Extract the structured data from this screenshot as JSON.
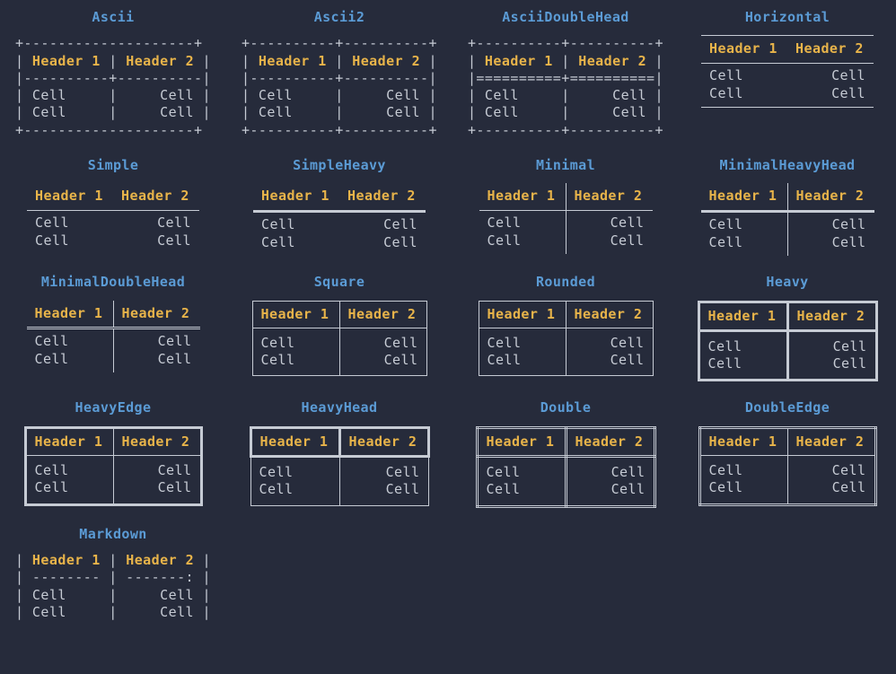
{
  "theme": {
    "background": "#262b3b",
    "title_color": "#5b9bd5",
    "header_color": "#e8b44a",
    "cell_color": "#c6cbd4",
    "border_color": "#c6cbd4"
  },
  "labels": {
    "header1": "Header 1",
    "header2": "Header 2",
    "cell": "Cell"
  },
  "boxes": [
    {
      "name": "Ascii",
      "kind": "ascii",
      "art": {
        "top": "+--------------------+",
        "header": "| Header 1 | Header 2 |",
        "sep": "|----------+----------|",
        "row1": "| Cell     |     Cell |",
        "row2": "| Cell     |     Cell |",
        "bottom": "+--------------------+"
      }
    },
    {
      "name": "Ascii2",
      "kind": "ascii",
      "art": {
        "top": "+----------+----------+",
        "header": "| Header 1 | Header 2 |",
        "sep": "|----------+----------|",
        "row1": "| Cell     |     Cell |",
        "row2": "| Cell     |     Cell |",
        "bottom": "+----------+----------+"
      }
    },
    {
      "name": "AsciiDoubleHead",
      "kind": "ascii",
      "art": {
        "top": "+----------+----------+",
        "header": "| Header 1 | Header 2 |",
        "sep": "|==========+==========|",
        "row1": "| Cell     |     Cell |",
        "row2": "| Cell     |     Cell |",
        "bottom": "+----------+----------+"
      }
    },
    {
      "name": "Horizontal",
      "kind": "css",
      "variant": "t-horizontal"
    },
    {
      "name": "Simple",
      "kind": "css",
      "variant": "t-simple"
    },
    {
      "name": "SimpleHeavy",
      "kind": "css",
      "variant": "t-simpleheavy"
    },
    {
      "name": "Minimal",
      "kind": "css",
      "variant": "t-minimal"
    },
    {
      "name": "MinimalHeavyHead",
      "kind": "css",
      "variant": "t-minimalheavyhead"
    },
    {
      "name": "MinimalDoubleHead",
      "kind": "css",
      "variant": "t-minimaldoublehead"
    },
    {
      "name": "Square",
      "kind": "css",
      "variant": "t-square"
    },
    {
      "name": "Rounded",
      "kind": "css",
      "variant": "t-rounded"
    },
    {
      "name": "Heavy",
      "kind": "css",
      "variant": "t-heavy"
    },
    {
      "name": "HeavyEdge",
      "kind": "css",
      "variant": "t-heavyedge"
    },
    {
      "name": "HeavyHead",
      "kind": "css",
      "variant": "t-heavyhead"
    },
    {
      "name": "Double",
      "kind": "css",
      "variant": "t-double"
    },
    {
      "name": "DoubleEdge",
      "kind": "css",
      "variant": "t-doubleedge"
    },
    {
      "name": "Markdown",
      "kind": "ascii",
      "art": {
        "top": "",
        "header": "| Header 1 | Header 2 |",
        "sep": "| -------- | -------: |",
        "row1": "| Cell     |     Cell |",
        "row2": "| Cell     |     Cell |",
        "bottom": ""
      }
    }
  ]
}
